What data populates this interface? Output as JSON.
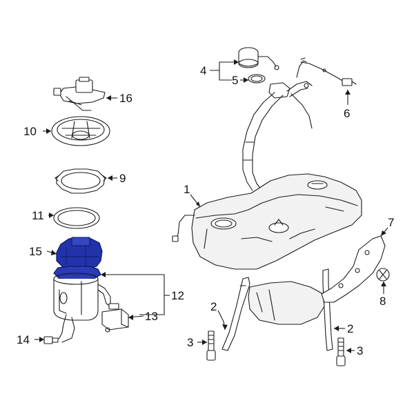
{
  "parts": {
    "p1": "1",
    "p2a": "2",
    "p2b": "2",
    "p3a": "3",
    "p3b": "3",
    "p4": "4",
    "p5": "5",
    "p6": "6",
    "p7": "7",
    "p8": "8",
    "p9": "9",
    "p10": "10",
    "p11": "11",
    "p12": "12",
    "p13": "13",
    "p14": "14",
    "p15": "15",
    "p16": "16"
  },
  "colors": {
    "line": "#1a1a1a",
    "highlight_fill": "#2233aa",
    "highlight_stroke": "#0d1a66",
    "background": "#ffffff"
  }
}
